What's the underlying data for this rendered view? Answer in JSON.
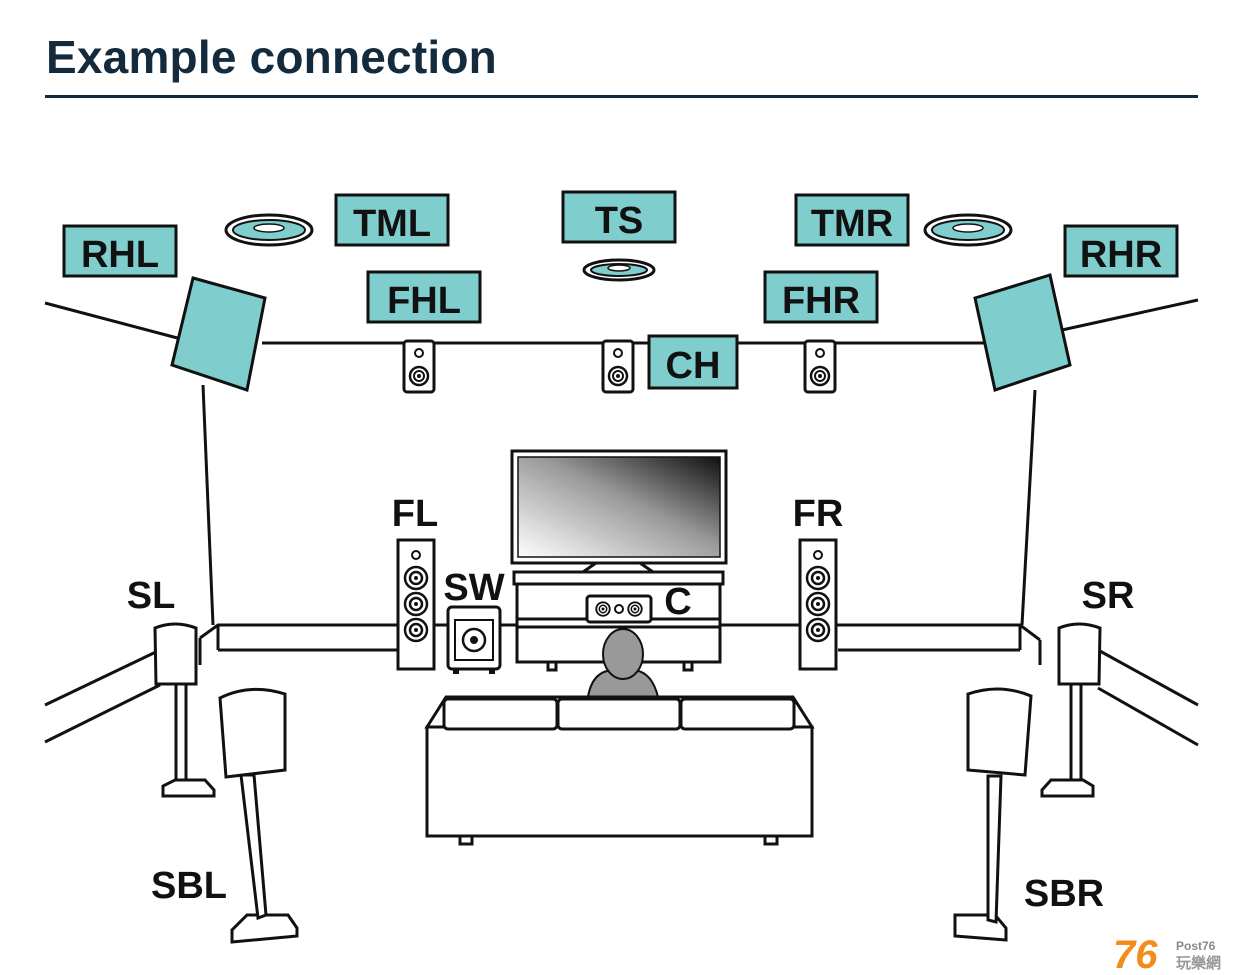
{
  "page": {
    "title": "Example connection"
  },
  "colors": {
    "title": "#142a3d",
    "speaker_fill": "#7fcdcd",
    "label_box": "#7fcdcd",
    "outline": "#111111",
    "person": "#999999",
    "watermark_orange": "#f28c1a"
  },
  "labels": {
    "rhl": "RHL",
    "tml": "TML",
    "ts": "TS",
    "tmr": "TMR",
    "rhr": "RHR",
    "fhl": "FHL",
    "fhr": "FHR",
    "ch": "CH",
    "fl": "FL",
    "fr": "FR",
    "sw": "SW",
    "c": "C",
    "sl": "SL",
    "sr": "SR",
    "sbl": "SBL",
    "sbr": "SBR"
  },
  "watermark": {
    "number": "76",
    "brand": "Post76",
    "sub": "玩樂網"
  }
}
